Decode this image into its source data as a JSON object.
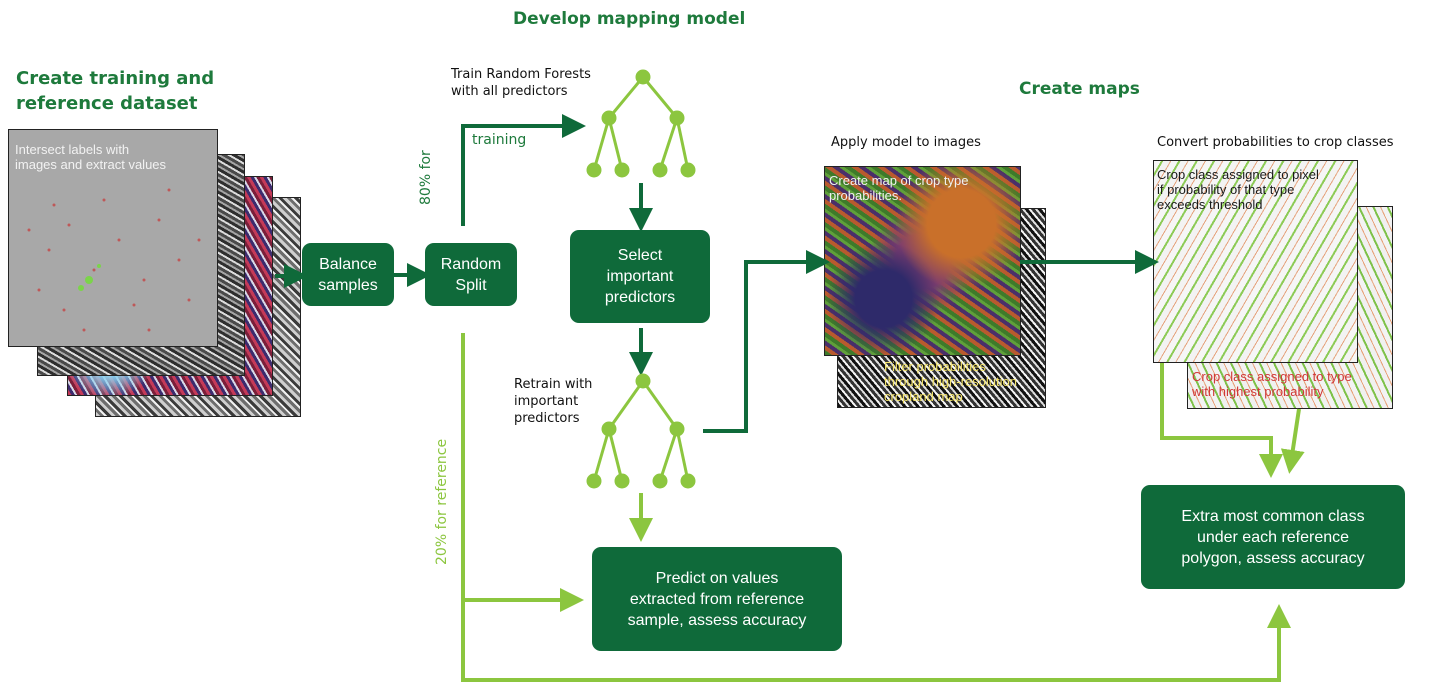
{
  "headings": {
    "develop": "Develop mapping model",
    "create_training": "Create training and\nreference dataset",
    "create_maps": "Create maps"
  },
  "boxes": {
    "balance": "Balance\nsamples",
    "random_split": "Random\nSplit",
    "select": "Select\nimportant\npredictors",
    "predict": "Predict on values\nextracted from reference\nsample, assess accuracy",
    "extra": "Extra most common class\nunder each  reference\npolygon, assess accuracy"
  },
  "labels": {
    "train_rf": "Train Random Forests\nwith all predictors",
    "training": "training",
    "eighty": "80% for",
    "twenty": "20% for reference",
    "retrain": "Retrain with\nimportant\npredictors",
    "apply_model": "Apply model to images",
    "convert": "Convert probabilities to crop classes"
  },
  "image_text": {
    "intersect": "Intersect labels with\nimages and extract values",
    "prob_map": "Create map of crop type\nprobabilities.",
    "filter": "Filter probabilities\nthrough high-resolution\ncropland map",
    "assigned_pixel": "Crop class assigned to pixel\nif probability of that type\nexceeds threshold",
    "assigned_type": "Crop class assigned to type\nwith highest probability"
  },
  "colors": {
    "dark_green": "#0f6a3a",
    "light_green": "#8cc63f",
    "heading_green": "#1e7a3c"
  }
}
